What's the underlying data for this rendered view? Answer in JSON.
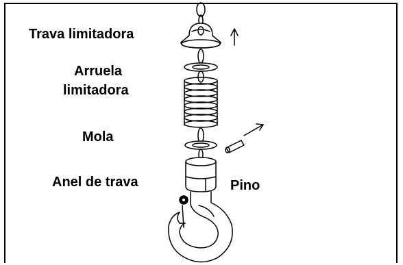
{
  "labels": {
    "trava_limitadora": "Trava limitadora",
    "arruela_line1": "Arruela",
    "arruela_line2": "limitadora",
    "mola": "Mola",
    "anel_de_trava": "Anel de trava",
    "pino": "Pino"
  },
  "colors": {
    "ink": "#000000",
    "background": "#ffffff"
  }
}
